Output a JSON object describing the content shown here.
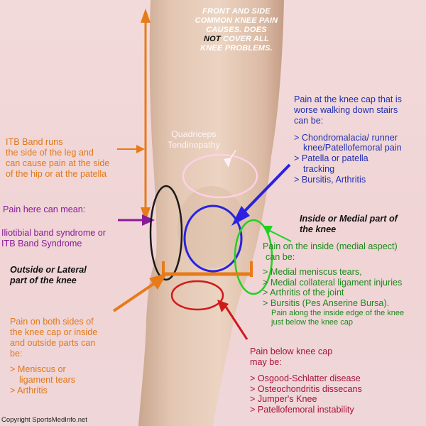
{
  "title": {
    "line1": "FRONT AND SIDE",
    "line2": "COMMON KNEE PAIN",
    "line3": "CAUSES. DOES",
    "not_word": "NOT",
    "line4_rest": " COVER ALL",
    "line5": "KNEE PROBLEMS."
  },
  "quadriceps": {
    "line1": "Quadriceps",
    "line2": "Tendinopathy"
  },
  "itb": {
    "line1": "ITB Band runs",
    "line2": "the side of the leg and",
    "line3": "can cause pain at the side",
    "line4": "of the hip or at the patella"
  },
  "pain_here": {
    "line1": "Pain here can mean:",
    "line2": "Iliotibial band syndrome or",
    "line3": "ITB Band Syndrome"
  },
  "lateral": {
    "line1": "Outside or Lateral",
    "line2": "part of the knee"
  },
  "both_sides": {
    "line1": "Pain on both sides of",
    "line2": "the knee cap or inside",
    "line3": "and outside parts can",
    "line4": "be:",
    "item1a": "> Meniscus or",
    "item1b": "ligament tears",
    "item2": "> Arthritis"
  },
  "knee_cap": {
    "line1": "Pain at the knee cap that is",
    "line2": "worse walking down stairs",
    "line3": "can be:",
    "item1a": "> Chondromalacia/ runner",
    "item1b": "knee/Patellofemoral pain",
    "item2a": "> Patella or patella",
    "item2b": "tracking",
    "item3": "> Bursitis, Arthritis"
  },
  "medial_title": {
    "line1": "Inside or Medial part of",
    "line2": "the knee"
  },
  "medial": {
    "line1": "Pain on the inside (medial aspect)",
    "line2": "can be:",
    "item1": "> Medial meniscus tears,",
    "item2": "> Medial collateral ligament injuries",
    "item3": "> Arthritis of the joint",
    "item4": "> Bursitis (Pes Anserine Bursa).",
    "note1": "Pain along the inside edge of the knee",
    "note2": "just below the knee cap"
  },
  "below": {
    "line1": "Pain below knee cap",
    "line2": "may be:",
    "item1": "> Osgood-Schlatter disease",
    "item2": "> Osteochondritis dissecans",
    "item3": "> Jumper's Knee",
    "item4": "> Patellofemoral instability"
  },
  "copyright": "Copyright SportsMedInfo.net",
  "colors": {
    "orange": "#e07818",
    "purple": "#8a1a9a",
    "blue": "#1f2fb0",
    "green": "#1c8a1c",
    "red": "#d01a1a",
    "pink_ellipse": "#ffd0e6"
  }
}
